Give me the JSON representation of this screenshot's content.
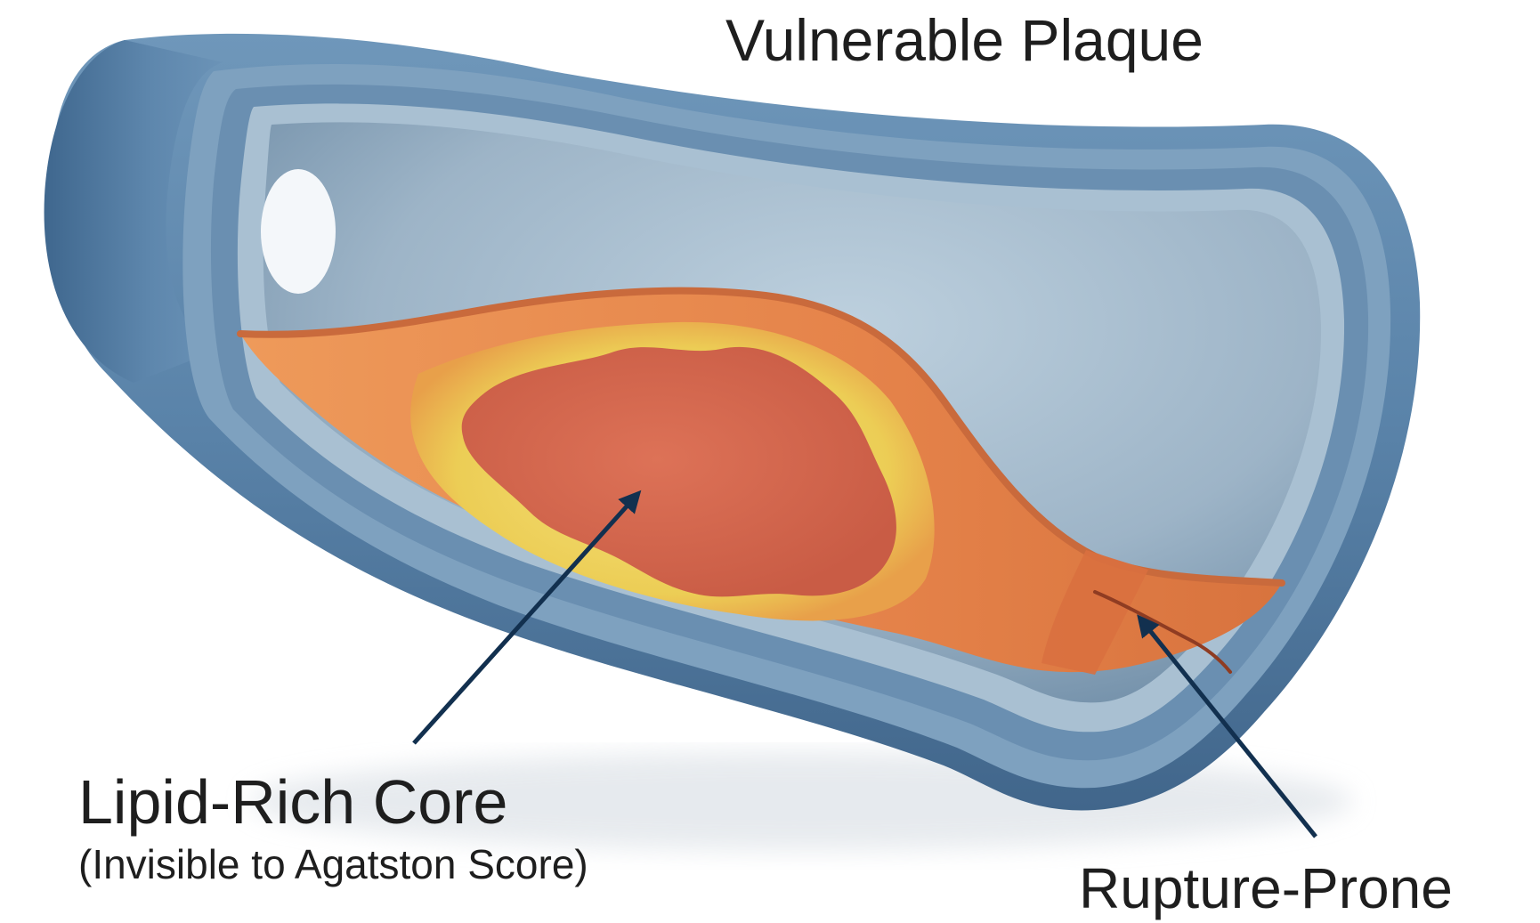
{
  "title": "Vulnerable Plaque",
  "labels": {
    "lipid_core": "Lipid-Rich Core",
    "lipid_core_note": "(Invisible to Agatston Score)",
    "rupture": "Rupture-Prone"
  },
  "colors": {
    "vessel_wall": "#5f88ad",
    "vessel_wall_dark": "#3e6388",
    "intima": "#a8c0d2",
    "lumen_shadow": "#7f9bb3",
    "plaque_orange": "#e98a4c",
    "plaque_yellow": "#efd15a",
    "lipid_core": "#d9694e",
    "arrow": "#12304f"
  }
}
